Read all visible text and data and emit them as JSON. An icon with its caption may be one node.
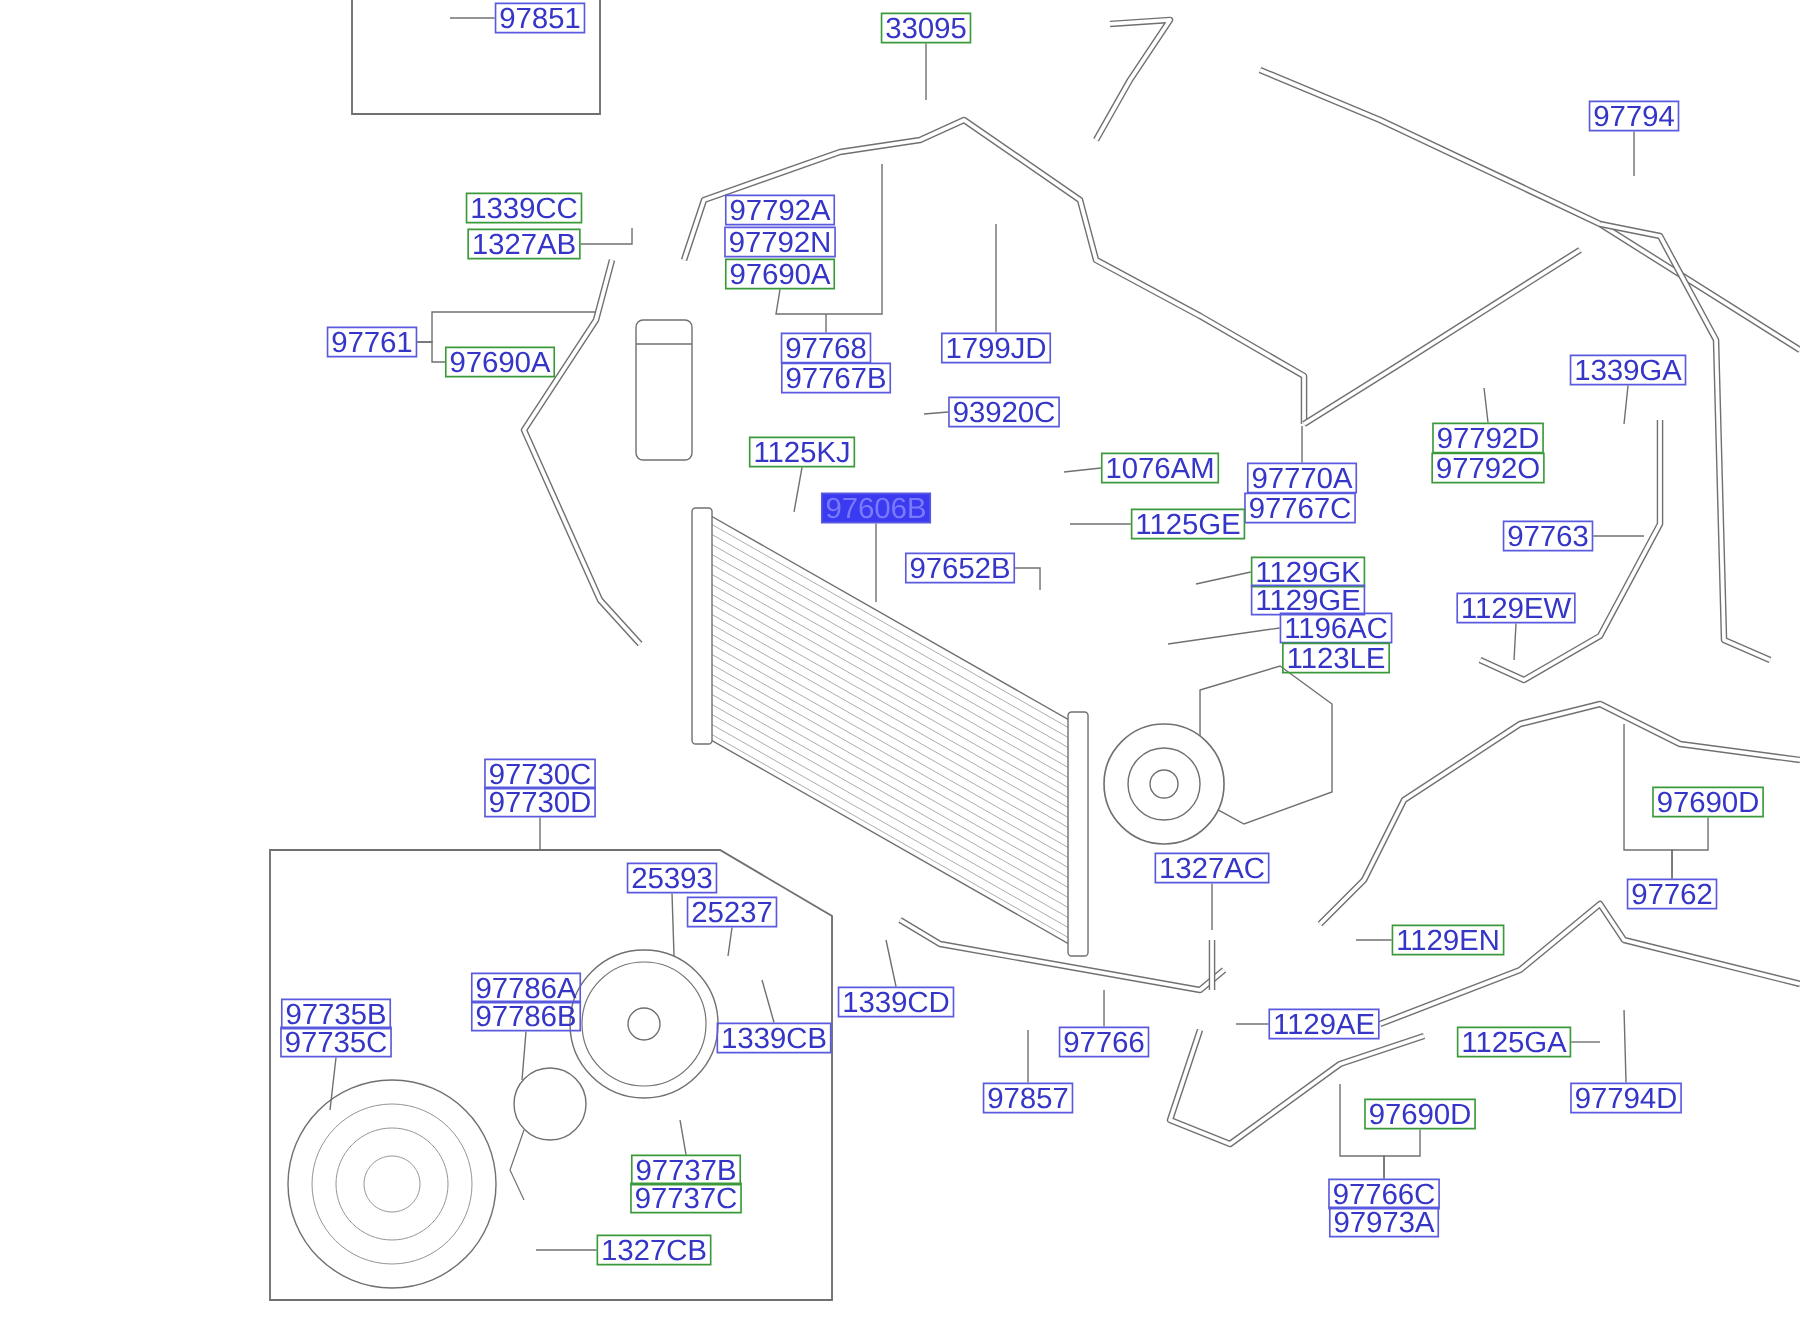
{
  "diagram": {
    "nodes": [
      {
        "text": [],
        "shape": "box"
      },
      {
        "text": [
          "97851"
        ],
        "in": 0
      },
      {
        "text": [
          "33095"
        ]
      },
      {
        "text": [
          "97794"
        ]
      },
      {
        "text": [
          "1339CC"
        ]
      },
      {
        "text": [
          "1327AB"
        ]
      },
      {
        "text": [
          "97792A"
        ]
      },
      {
        "text": [
          "97792N"
        ]
      },
      {
        "text": [
          "97690A"
        ]
      },
      {
        "text": [
          "97768"
        ]
      },
      {
        "text": [
          "97767B"
        ]
      },
      {
        "text": [
          "97761"
        ]
      },
      {
        "text": [
          "97690A"
        ]
      },
      {
        "text": [
          "1799JD"
        ]
      },
      {
        "text": [
          "1339GA"
        ]
      },
      {
        "text": [
          "93920C"
        ]
      },
      {
        "text": [
          "97792D"
        ]
      },
      {
        "text": [
          "97792O"
        ]
      },
      {
        "text": [
          "1125KJ"
        ]
      },
      {
        "text": [
          "1076AM"
        ]
      },
      {
        "text": [
          "97770A"
        ]
      },
      {
        "text": [
          "97767C"
        ]
      },
      {
        "text": [
          "97606B"
        ]
      },
      {
        "text": [
          "1125GE"
        ]
      },
      {
        "text": [
          "97763"
        ]
      },
      {
        "text": [
          "97652B"
        ]
      },
      {
        "text": [
          "1129GK"
        ]
      },
      {
        "text": [
          "1129GE"
        ]
      },
      {
        "text": [
          "1196AC"
        ]
      },
      {
        "text": [
          "1123LE"
        ]
      },
      {
        "text": [
          "1129EW"
        ]
      },
      {
        "text": [
          "97730C"
        ]
      },
      {
        "text": [
          "97730D"
        ]
      },
      {
        "text": [],
        "shape": "box"
      },
      {
        "text": [
          "97690D"
        ]
      },
      {
        "text": [
          "97762"
        ]
      },
      {
        "text": [
          "1327AC"
        ]
      },
      {
        "text": [
          "25393"
        ],
        "in": 33
      },
      {
        "text": [
          "25237"
        ],
        "in": 33
      },
      {
        "text": [
          "1129EN"
        ]
      },
      {
        "text": [
          "97735B"
        ],
        "in": 33
      },
      {
        "text": [
          "97735C"
        ],
        "in": 33
      },
      {
        "text": [
          "97786A"
        ],
        "in": 33
      },
      {
        "text": [
          "97786B"
        ],
        "in": 33
      },
      {
        "text": [
          "1339CD"
        ]
      },
      {
        "text": [
          "1339CB"
        ],
        "in": 33
      },
      {
        "text": [
          "1129AE"
        ]
      },
      {
        "text": [
          "97766"
        ]
      },
      {
        "text": [
          "1125GA"
        ]
      },
      {
        "text": [
          "97857"
        ]
      },
      {
        "text": [
          "97794D"
        ]
      },
      {
        "text": [
          "97690D"
        ]
      },
      {
        "text": [
          "97766C"
        ]
      },
      {
        "text": [
          "97973A"
        ]
      },
      {
        "text": [
          "97737B"
        ],
        "in": 33
      },
      {
        "text": [
          "97737C"
        ],
        "in": 33
      },
      {
        "text": [
          "1327CB"
        ],
        "in": 33
      }
    ],
    "edges": [
      {
        "from": 1,
        "to": null,
        "arrow": "none"
      },
      {
        "from": 2,
        "to": null,
        "arrow": "none"
      },
      {
        "from": 3,
        "to": null,
        "arrow": "none"
      },
      {
        "from": 5,
        "to": null,
        "arrow": "none"
      },
      {
        "from": 8,
        "to": null,
        "arrow": "none"
      },
      {
        "from": 9,
        "to": null,
        "arrow": "none"
      },
      {
        "from": 11,
        "to": null,
        "arrow": "none"
      },
      {
        "from": 12,
        "to": 11,
        "arrow": "none"
      },
      {
        "from": 13,
        "to": null,
        "arrow": "none"
      },
      {
        "from": 14,
        "to": null,
        "arrow": "none"
      },
      {
        "from": 15,
        "to": null,
        "arrow": "none"
      },
      {
        "from": 16,
        "to": null,
        "arrow": "none"
      },
      {
        "from": 18,
        "to": null,
        "arrow": "none"
      },
      {
        "from": 19,
        "to": null,
        "arrow": "none"
      },
      {
        "from": 20,
        "to": null,
        "arrow": "none"
      },
      {
        "from": 22,
        "to": null,
        "arrow": "none"
      },
      {
        "from": 23,
        "to": null,
        "arrow": "none"
      },
      {
        "from": 24,
        "to": null,
        "arrow": "none"
      },
      {
        "from": 25,
        "to": null,
        "arrow": "none"
      },
      {
        "from": 26,
        "to": null,
        "arrow": "none"
      },
      {
        "from": 28,
        "to": null,
        "arrow": "none"
      },
      {
        "from": 30,
        "to": null,
        "arrow": "none"
      },
      {
        "from": 32,
        "to": 33,
        "arrow": "none"
      },
      {
        "from": 35,
        "to": null,
        "arrow": "none"
      },
      {
        "from": 34,
        "to": 35,
        "arrow": "none"
      },
      {
        "from": 36,
        "to": null,
        "arrow": "none"
      },
      {
        "from": 37,
        "to": null,
        "arrow": "none"
      },
      {
        "from": 38,
        "to": null,
        "arrow": "none"
      },
      {
        "from": 39,
        "to": null,
        "arrow": "none"
      },
      {
        "from": 41,
        "to": null,
        "arrow": "none"
      },
      {
        "from": 43,
        "to": null,
        "arrow": "none"
      },
      {
        "from": 44,
        "to": null,
        "arrow": "none"
      },
      {
        "from": 45,
        "to": null,
        "arrow": "none"
      },
      {
        "from": 46,
        "to": null,
        "arrow": "none"
      },
      {
        "from": 47,
        "to": null,
        "arrow": "none"
      },
      {
        "from": 48,
        "to": null,
        "arrow": "none"
      },
      {
        "from": 49,
        "to": null,
        "arrow": "none"
      },
      {
        "from": 50,
        "to": null,
        "arrow": "none"
      },
      {
        "from": 52,
        "to": null,
        "arrow": "none"
      },
      {
        "from": 51,
        "to": 52,
        "arrow": "none"
      },
      {
        "from": 54,
        "to": null,
        "arrow": "none"
      },
      {
        "from": 56,
        "to": null,
        "arrow": "none"
      }
    ]
  }
}
